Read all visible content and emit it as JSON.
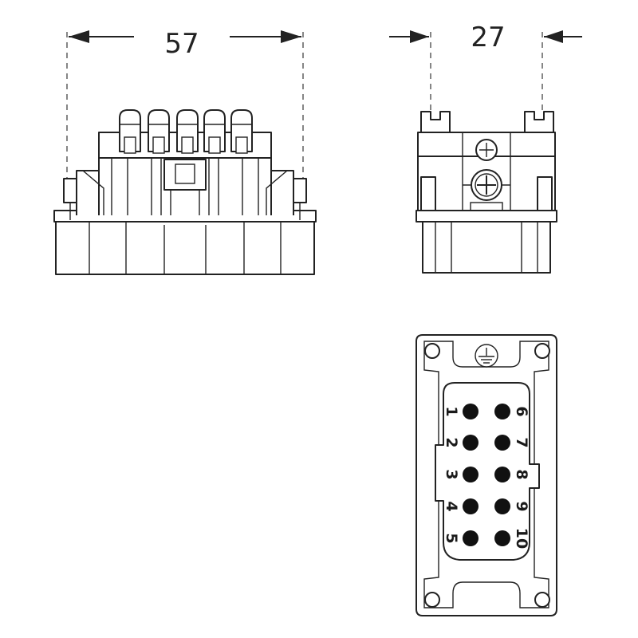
{
  "dimensions": {
    "width": "57",
    "depth": "27"
  },
  "pins": {
    "left": [
      "1",
      "2",
      "3",
      "4",
      "5"
    ],
    "right": [
      "6",
      "7",
      "8",
      "9",
      "10"
    ]
  },
  "symbols": {
    "ground": "ground-icon"
  },
  "colors": {
    "line": "#222222",
    "background": "#ffffff",
    "pin": "#111111"
  }
}
